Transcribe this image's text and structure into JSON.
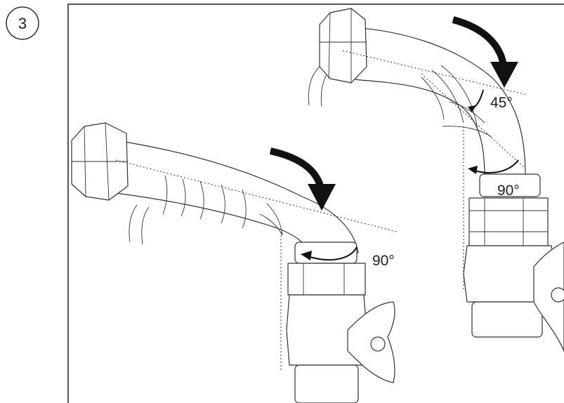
{
  "step": {
    "number": "3"
  },
  "angles": {
    "top_bend_angle": "45°",
    "top_bend_angle_2": "90°",
    "bottom_bend_angle": "90°"
  },
  "colors": {
    "line": "#333333",
    "frame": "#555555",
    "arrow": "#111111",
    "background": "#ffffff"
  }
}
